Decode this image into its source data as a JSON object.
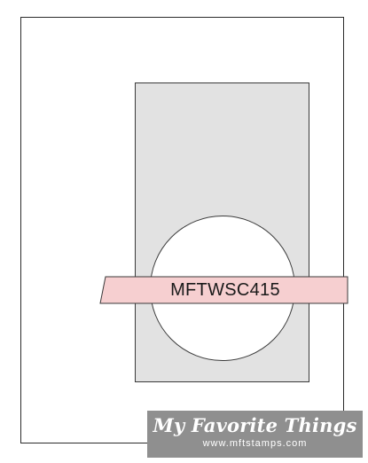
{
  "sketch": {
    "banner_text": "MFTWSC415",
    "colors": {
      "panel": "#e2e2e2",
      "banner": "#f6cfd0",
      "outline": "#2b2b2b",
      "logo_background": "#8f8f8f"
    }
  },
  "logo": {
    "title": "My Favorite Things",
    "url": "www.mftstamps.com"
  }
}
